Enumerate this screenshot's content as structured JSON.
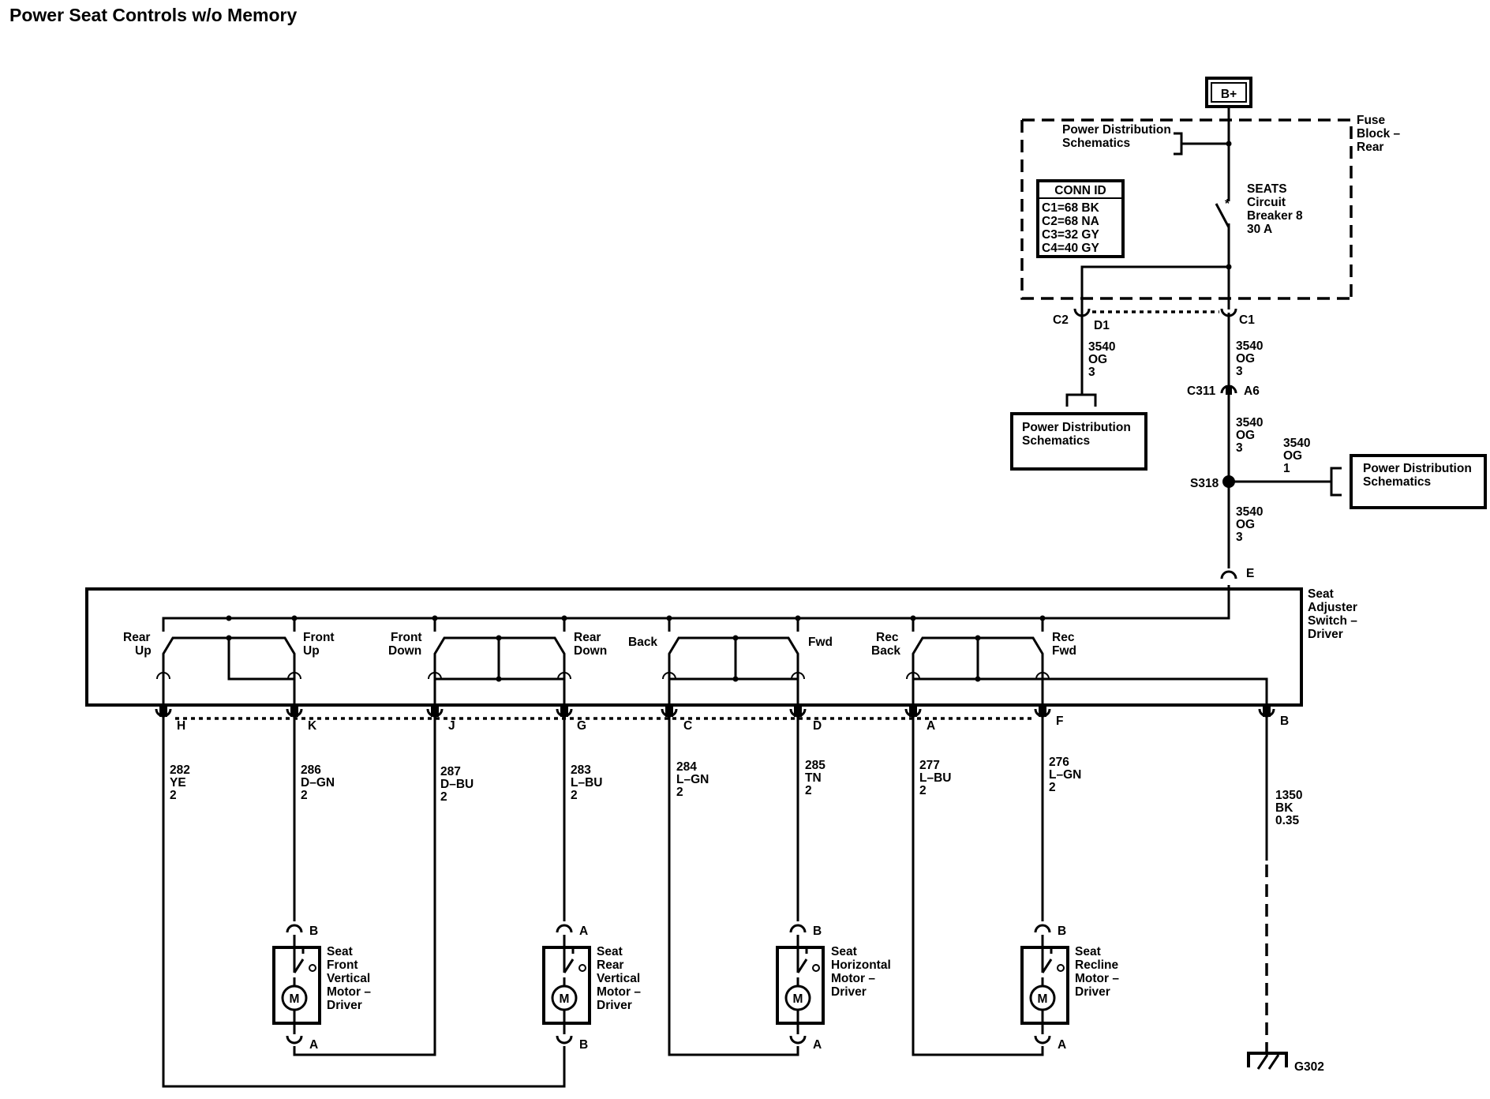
{
  "title": "Power Seat Controls w/o Memory",
  "battery": "B+",
  "fuse_block": {
    "label_lines": [
      "Fuse",
      "Block –",
      "Rear"
    ],
    "pds_ref_lines": [
      "Power Distribution",
      "Schematics"
    ],
    "breaker_lines": [
      "SEATS",
      "Circuit",
      "Breaker 8",
      "30 A"
    ],
    "conn_id": {
      "header": "CONN ID",
      "rows": [
        "C1=68 BK",
        "C2=68 NA",
        "C3=32 GY",
        "C4=40 GY"
      ]
    },
    "pin_c2": "C2",
    "pin_d1": "D1",
    "pin_c1": "C1"
  },
  "wires": {
    "left_feed": [
      "3540",
      "OG",
      "3"
    ],
    "c311_upper": [
      "3540",
      "OG",
      "3"
    ],
    "c311_lower": [
      "3540",
      "OG",
      "3"
    ],
    "s318_branch": [
      "3540",
      "OG",
      "1"
    ],
    "s318_lower": [
      "3540",
      "OG",
      "3"
    ],
    "h": [
      "282",
      "YE",
      "2"
    ],
    "k": [
      "286",
      "D–GN",
      "2"
    ],
    "j": [
      "287",
      "D–BU",
      "2"
    ],
    "g": [
      "283",
      "L–BU",
      "2"
    ],
    "c": [
      "284",
      "L–GN",
      "2"
    ],
    "d": [
      "285",
      "TN",
      "2"
    ],
    "a": [
      "277",
      "L–BU",
      "2"
    ],
    "f": [
      "276",
      "L–GN",
      "2"
    ],
    "ground": [
      "1350",
      "BK",
      "0.35"
    ]
  },
  "pds_box_left": [
    "Power Distribution",
    "Schematics"
  ],
  "pds_box_right": [
    "Power Distribution",
    "Schematics"
  ],
  "c311": {
    "name": "C311",
    "pin": "A6"
  },
  "splice": "S318",
  "switch": {
    "label_lines": [
      "Seat",
      "Adjuster",
      "Switch –",
      "Driver"
    ],
    "feed_pin": "E",
    "contacts": {
      "rear_up": [
        "Rear",
        "Up"
      ],
      "front_up": [
        "Front",
        "Up"
      ],
      "front_down": [
        "Front",
        "Down"
      ],
      "rear_down": [
        "Rear",
        "Down"
      ],
      "back": [
        "Back"
      ],
      "fwd": [
        "Fwd"
      ],
      "rec_back": [
        "Rec",
        "Back"
      ],
      "rec_fwd": [
        "Rec",
        "Fwd"
      ]
    },
    "pins": {
      "h": "H",
      "k": "K",
      "j": "J",
      "g": "G",
      "c": "C",
      "d": "D",
      "a": "A",
      "f": "F",
      "b": "B"
    }
  },
  "motors": [
    {
      "label_lines": [
        "Seat",
        "Front",
        "Vertical",
        "Motor –",
        "Driver"
      ],
      "top_pin": "B",
      "bottom_pin": "A",
      "symbol": "M"
    },
    {
      "label_lines": [
        "Seat",
        "Rear",
        "Vertical",
        "Motor –",
        "Driver"
      ],
      "top_pin": "A",
      "bottom_pin": "B",
      "symbol": "M"
    },
    {
      "label_lines": [
        "Seat",
        "Horizontal",
        "Motor –",
        "Driver"
      ],
      "top_pin": "B",
      "bottom_pin": "A",
      "symbol": "M"
    },
    {
      "label_lines": [
        "Seat",
        "Recline",
        "Motor –",
        "Driver"
      ],
      "top_pin": "B",
      "bottom_pin": "A",
      "symbol": "M"
    }
  ],
  "ground": "G302"
}
